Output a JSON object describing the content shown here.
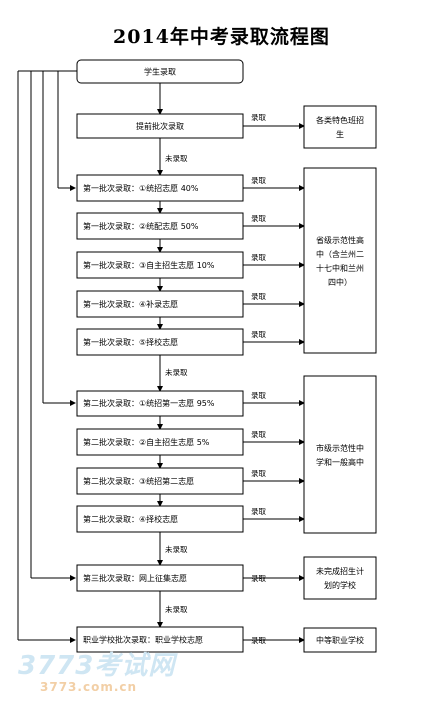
{
  "title": "2014年中考录取流程图",
  "nodes": {
    "start": "学生录取",
    "early": "提前批次录取",
    "b1_1": "第一批次录取：①统招志愿 40%",
    "b1_2": "第一批次录取：②统配志愿 50%",
    "b1_3": "第一批次录取：③自主招生志愿 10%",
    "b1_4": "第一批次录取：④补录志愿",
    "b1_5": "第一批次录取：⑤择校志愿",
    "b2_1": "第二批次录取：①统招第一志愿 95%",
    "b2_2": "第二批次录取：②自主招生志愿 5%",
    "b2_3": "第二批次录取：③统招第二志愿",
    "b2_4": "第二批次录取：④择校志愿",
    "b3": "第三批次录取：网上征集志愿",
    "voc": "职业学校批次录取：职业学校志愿"
  },
  "results": {
    "special": [
      "各类特色班招",
      "生"
    ],
    "provincial": [
      "省级示范性高",
      "中（含兰州二",
      "十七中和兰州",
      "四中）"
    ],
    "city": [
      "市级示范性中",
      "学和一般高中"
    ],
    "unfilled": [
      "未完成招生计",
      "划的学校"
    ],
    "secondary_voc": [
      "中等职业学校"
    ]
  },
  "edge_labels": {
    "admitted": "录取",
    "not_admitted": "未录取"
  },
  "watermark": {
    "brand": "3773考试网",
    "url": "3773.com.cn"
  }
}
